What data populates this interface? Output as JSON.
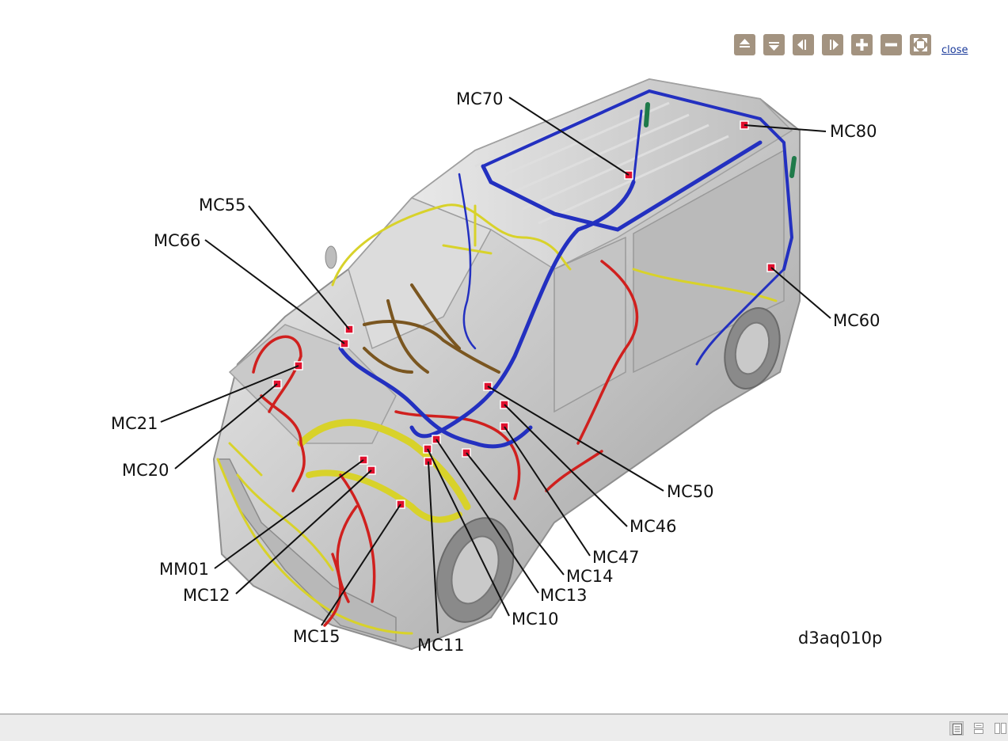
{
  "toolbar": {
    "buttons": [
      {
        "name": "pan-up-icon"
      },
      {
        "name": "pan-down-icon"
      },
      {
        "name": "pan-left-icon"
      },
      {
        "name": "pan-right-icon"
      },
      {
        "name": "zoom-in-icon"
      },
      {
        "name": "zoom-out-icon"
      },
      {
        "name": "fit-to-window-icon"
      }
    ],
    "close_label": "close",
    "button_color": "#a39380"
  },
  "diagram": {
    "figure_ref": "d3aq010p",
    "labels": {
      "MC70": "MC70",
      "MC80": "MC80",
      "MC55": "MC55",
      "MC66": "MC66",
      "MC60": "MC60",
      "MC21": "MC21",
      "MC20": "MC20",
      "MC50": "MC50",
      "MC46": "MC46",
      "MC47": "MC47",
      "MC14": "MC14",
      "MC13": "MC13",
      "MC10": "MC10",
      "MC11": "MC11",
      "MC15": "MC15",
      "MC12": "MC12",
      "MM01": "MM01"
    },
    "harness_colors": {
      "roof_and_body": "#2330c0",
      "engine_front": "#d0201e",
      "dashboard": "#d8d22a",
      "cabin": "#7a5620",
      "connector": "#e0102e"
    }
  },
  "statusbar": {
    "view_modes": [
      {
        "name": "single-page-view-icon",
        "active": true
      },
      {
        "name": "list-view-icon",
        "active": false
      },
      {
        "name": "two-column-view-icon",
        "active": false
      }
    ]
  }
}
